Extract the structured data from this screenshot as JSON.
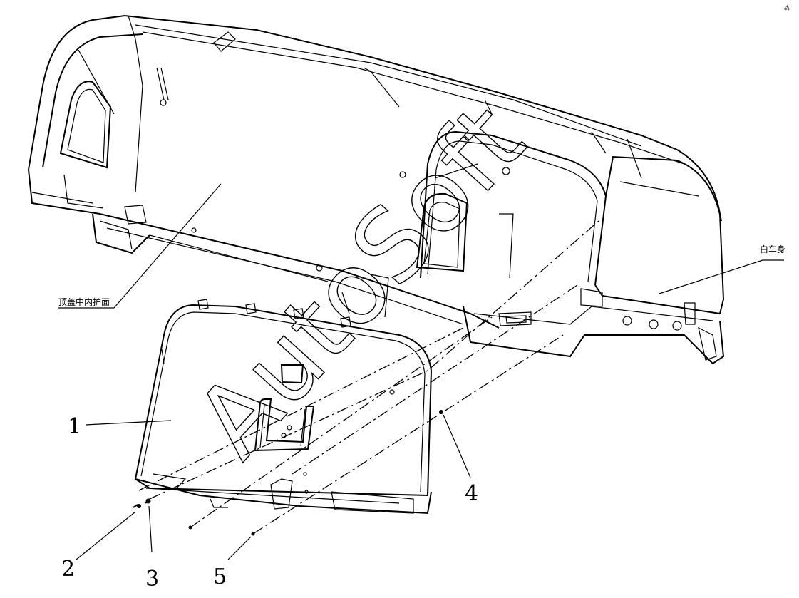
{
  "callouts": {
    "part_1": "1",
    "part_2": "2",
    "part_3": "3",
    "part_4": "4",
    "part_5": "5"
  },
  "labels": {
    "roof_inner_trim": "顶盖中内护面",
    "body_in_white": "白车身"
  },
  "watermark": "AutoSoft",
  "corner_mark": "⁂"
}
